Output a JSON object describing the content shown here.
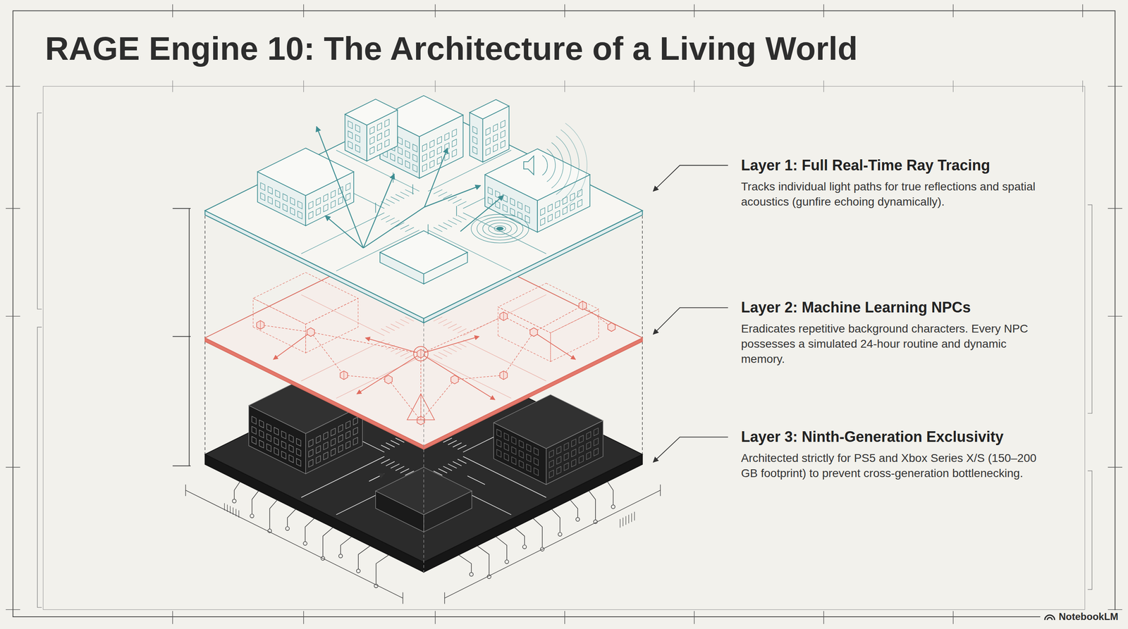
{
  "diagram": {
    "title": "RAGE Engine 10: The Architecture of a Living World",
    "labels": [
      "Layer 1: Full Real-Time Ray Tracing",
      "Tracks individual light paths for true reflections and spatial acoustics (gunfire echoing dynamically).",
      "Layer 2: Machine Learning NPCs",
      "Eradicates repetitive background characters. Every NPC possesses a simulated 24-hour routine and dynamic memory.",
      "Layer 3: Ninth-Generation Exclusivity",
      "Architected strictly for PS5 and Xbox Series X/S (150–200 GB footprint) to prevent cross-generation bottlenecking.",
      "NotebookLM"
    ]
  }
}
